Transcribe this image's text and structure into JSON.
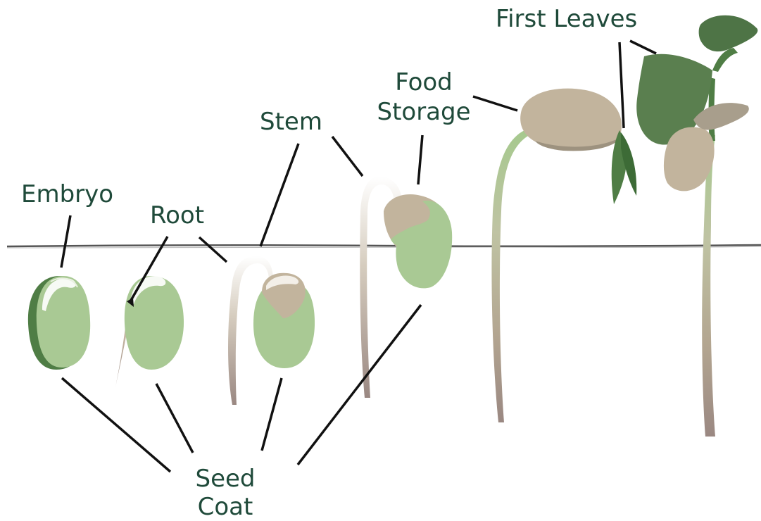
{
  "labels": {
    "embryo": "Embryo",
    "root": "Root",
    "stem": "Stem",
    "food_storage_line1": "Food",
    "food_storage_line2": "Storage",
    "first_leaves": "First Leaves",
    "seed_coat_line1": "Seed",
    "seed_coat_line2": "Coat"
  },
  "colors": {
    "label_text": "#1f4a3a",
    "seed_green": "#a9c994",
    "seed_dark_green": "#4f7d45",
    "cotyledon_tan": "#c2b49d",
    "leaf_green": "#5a7f4f",
    "root_brown": "#a08c84",
    "stem_green": "#a6c98e",
    "ground_line": "#555555",
    "leader_line": "#111111"
  }
}
